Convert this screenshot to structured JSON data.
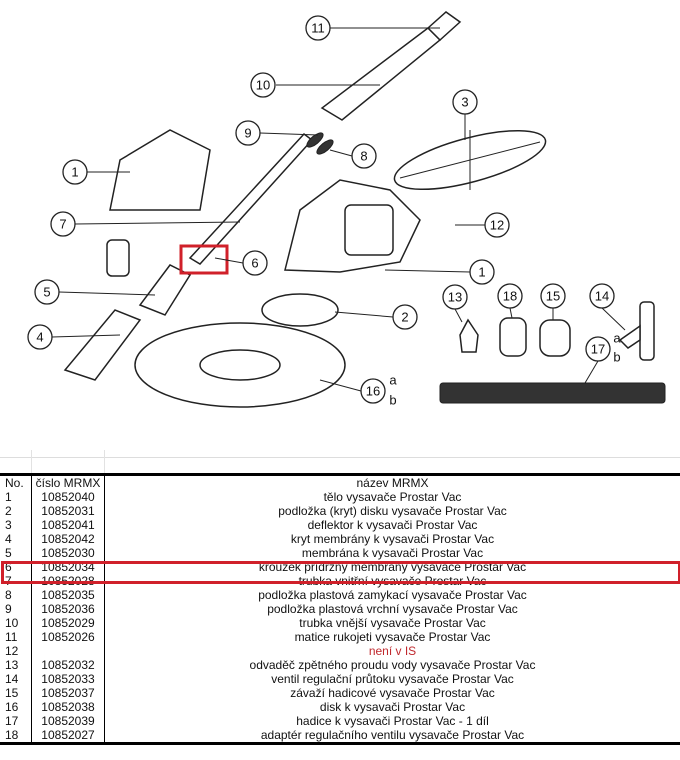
{
  "diagram": {
    "callouts": {
      "c11": "11",
      "c10": "10",
      "c3": "3",
      "c9": "9",
      "c8": "8",
      "c1a": "1",
      "c7": "7",
      "c12": "12",
      "c6": "6",
      "c1b": "1",
      "c5": "5",
      "c2": "2",
      "c13": "13",
      "c18": "18",
      "c15": "15",
      "c14": "14",
      "c4": "4",
      "c17": "17",
      "c16": "16"
    },
    "variants": {
      "a": "a",
      "b": "b"
    },
    "highlight_color": "#d0202a"
  },
  "table": {
    "headers": {
      "no": "No.",
      "code": "číslo MRMX",
      "name": "název MRMX"
    },
    "rows": [
      {
        "no": "1",
        "code": "10852040",
        "name": "tělo vysavače Prostar Vac"
      },
      {
        "no": "2",
        "code": "10852031",
        "name": "podložka (kryt) disku vysavače Prostar Vac"
      },
      {
        "no": "3",
        "code": "10852041",
        "name": "deflektor k vysavači Prostar Vac"
      },
      {
        "no": "4",
        "code": "10852042",
        "name": "kryt membrány k vysavači Prostar Vac"
      },
      {
        "no": "5",
        "code": "10852030",
        "name": "membrána k vysavači Prostar Vac"
      },
      {
        "no": "6",
        "code": "10852034",
        "name": "kroužek přídržný membrány vysavače Prostar Vac"
      },
      {
        "no": "7",
        "code": "10852028",
        "name": "trubka vnitřní vysavače Prostar Vac"
      },
      {
        "no": "8",
        "code": "10852035",
        "name": "podložka plastová zamykací vysavače Prostar Vac"
      },
      {
        "no": "9",
        "code": "10852036",
        "name": "podložka plastová vrchní vysavače Prostar Vac"
      },
      {
        "no": "10",
        "code": "10852029",
        "name": "trubka vnější vysavače Prostar Vac"
      },
      {
        "no": "11",
        "code": "10852026",
        "name": "matice rukojeti vysavače Prostar Vac"
      },
      {
        "no": "12",
        "code": "",
        "name": "není v IS"
      },
      {
        "no": "13",
        "code": "10852032",
        "name": "odvaděč zpětného proudu vody vysavače Prostar Vac"
      },
      {
        "no": "14",
        "code": "10852033",
        "name": "ventil regulační průtoku vysavače Prostar Vac"
      },
      {
        "no": "15",
        "code": "10852037",
        "name": "závaží hadicové vysavače Prostar Vac"
      },
      {
        "no": "16",
        "code": "10852038",
        "name": "disk k vysavači Prostar Vac"
      },
      {
        "no": "17",
        "code": "10852039",
        "name": "hadice k vysavači Prostar Vac - 1 díl"
      },
      {
        "no": "18",
        "code": "10852027",
        "name": "adaptér regulačního ventilu vysavače Prostar Vac"
      }
    ]
  }
}
